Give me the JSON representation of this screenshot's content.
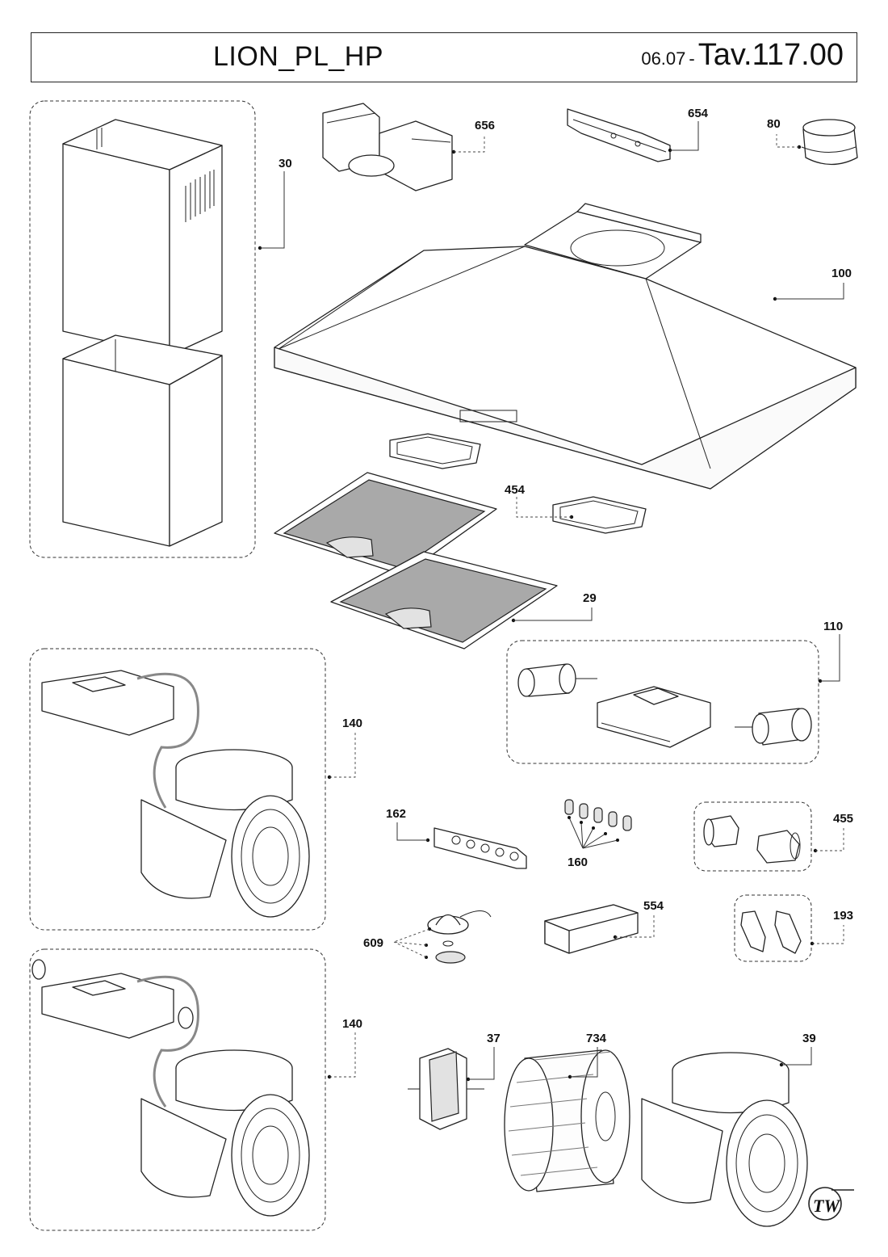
{
  "header": {
    "model": "LION_PL_HP",
    "date": "06.07",
    "separator": "-",
    "table": "Tav.117.00"
  },
  "parts": {
    "chimney": "30",
    "duct_adapter": "656",
    "bracket": "654",
    "collar": "80",
    "hood_body": "100",
    "filter_clip": "454",
    "grease_filter": "29",
    "lamp_assembly": "110",
    "motor_assembly_top": "140",
    "motor_assembly_bottom": "140",
    "control_panel": "162",
    "knobs": "160",
    "lamp_holder": "455",
    "transformer": "554",
    "fastener_clips": "193",
    "halogen_lamp": "609",
    "motor": "37",
    "impeller": "734",
    "motor_housing": "39"
  },
  "logo": {
    "text": "TW",
    "icon": "tw-brand-logo"
  }
}
